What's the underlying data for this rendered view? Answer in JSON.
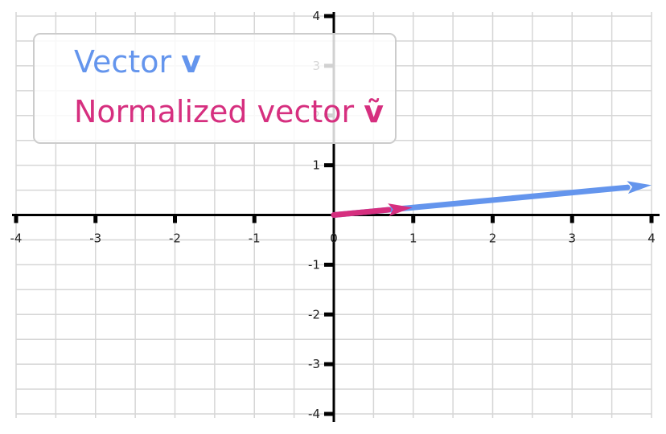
{
  "chart_data": {
    "type": "line",
    "title": "",
    "xlabel": "",
    "ylabel": "",
    "xlim": [
      -4,
      4
    ],
    "ylim": [
      -4,
      4
    ],
    "grid": true,
    "legend_position": "top-left",
    "x_ticks": [
      "-4",
      "-3",
      "-2",
      "-1",
      "0",
      "1",
      "2",
      "3",
      "4"
    ],
    "y_ticks": [
      "-4",
      "-3",
      "-2",
      "-1",
      "0",
      "1",
      "2",
      "3",
      "4"
    ],
    "series": [
      {
        "name": "Vector v",
        "color": "#6495ED",
        "x": [
          0,
          4
        ],
        "y": [
          0,
          0.6
        ]
      },
      {
        "name": "Normalized vector ṽ",
        "color": "#D62F7F",
        "x": [
          0,
          0.99
        ],
        "y": [
          0,
          0.15
        ]
      }
    ],
    "legend": {
      "items": [
        {
          "prefix": "Vector ",
          "symbol": "v",
          "color": "#6495ED"
        },
        {
          "prefix": "Normalized vector ",
          "symbol": "ṽ",
          "color": "#D62F7F"
        }
      ]
    }
  }
}
